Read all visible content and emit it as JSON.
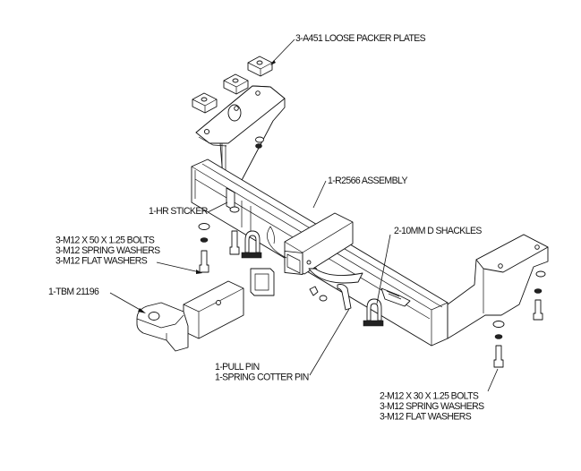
{
  "drawing": {
    "line_color": "#111111",
    "background": "#ffffff",
    "callouts": {
      "packer_plates": [
        "3-A451 LOOSE PACKER PLATES"
      ],
      "assembly": [
        "1-R2566 ASSEMBLY"
      ],
      "sticker": [
        "1-HR STICKER"
      ],
      "shackles": [
        "2-10MM D SHACKLES"
      ],
      "left_bolts": [
        "3-M12 X 50 X 1.25 BOLTS",
        "3-M12 SPRING WASHERS",
        "3-M12 FLAT WASHERS"
      ],
      "tow_ball_mount": [
        "1-TBM 21196"
      ],
      "pins": [
        "1-PULL PIN",
        "1-SPRING COTTER PIN"
      ],
      "right_bolts": [
        "2-M12 X 30 X 1.25 BOLTS",
        "3-M12 SPRING WASHERS",
        "3-M12 FLAT WASHERS"
      ]
    }
  }
}
